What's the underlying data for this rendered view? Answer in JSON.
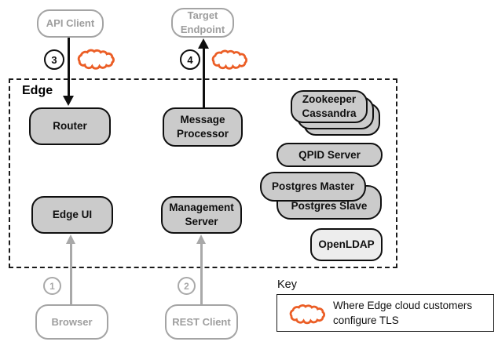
{
  "colors": {
    "orange": "#eb5e26",
    "node_fill": "#cbcbcb",
    "node_fill_light": "#ededed",
    "gray": "#a9a9a9",
    "black": "#0f0f0f"
  },
  "edge_zone": {
    "label": "Edge"
  },
  "external": {
    "api_client": "API Client",
    "target_endpoint": "Target Endpoint",
    "browser": "Browser",
    "rest_client": "REST Client"
  },
  "nodes": {
    "router": "Router",
    "message_processor": "Message Processor",
    "edge_ui": "Edge UI",
    "management_server": "Management Server",
    "zookeeper": "Zookeeper",
    "cassandra": "Cassandra",
    "qpid_server": "QPID Server",
    "postgres_master": "Postgres Master",
    "postgres_slave": "Postgres Slave",
    "openldap": "OpenLDAP"
  },
  "steps": {
    "s1": "1",
    "s2": "2",
    "s3": "3",
    "s4": "4"
  },
  "key": {
    "title": "Key",
    "caption": "Where Edge cloud customers configure TLS"
  }
}
